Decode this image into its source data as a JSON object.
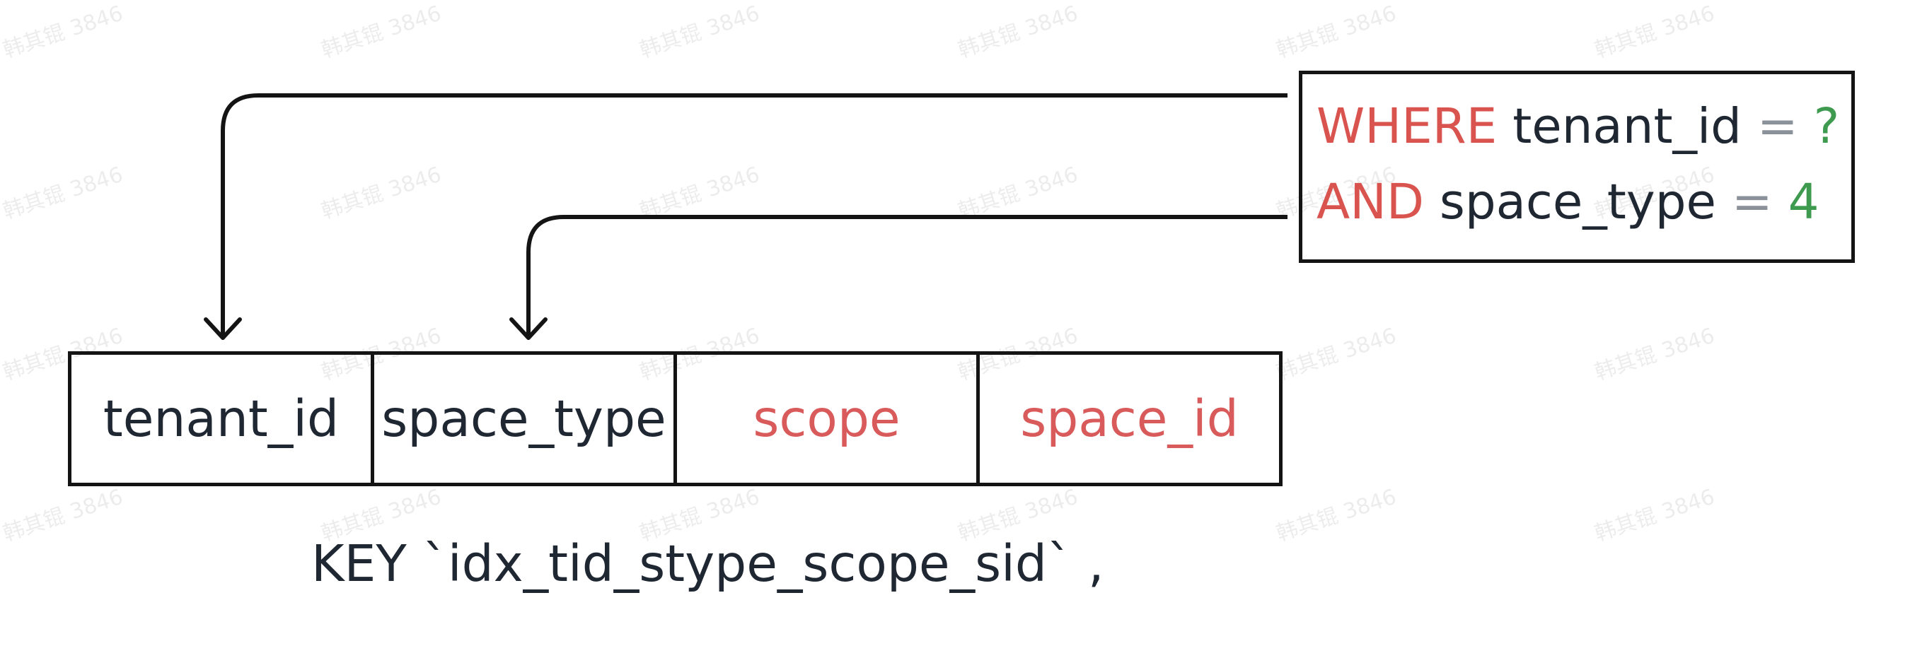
{
  "watermark": {
    "text": "韩其锟 3846"
  },
  "query": {
    "line1": {
      "keyword": "WHERE",
      "column": "tenant_id",
      "operator": "=",
      "value": "?"
    },
    "line2": {
      "keyword": "AND",
      "column": "space_type",
      "operator": "=",
      "value": "4"
    }
  },
  "index": {
    "columns": [
      {
        "label": "tenant_id",
        "status": "used"
      },
      {
        "label": "space_type",
        "status": "used"
      },
      {
        "label": "scope",
        "status": "unused"
      },
      {
        "label": "space_id",
        "status": "unused"
      }
    ],
    "definition": "KEY `idx_tid_stype_scope_sid` ,"
  },
  "colors": {
    "keyword": "#d9534f",
    "column_text": "#1f2733",
    "operator": "#8a9199",
    "value": "#3d9a4e",
    "unused_column": "#d95a5a",
    "line": "#141414"
  }
}
